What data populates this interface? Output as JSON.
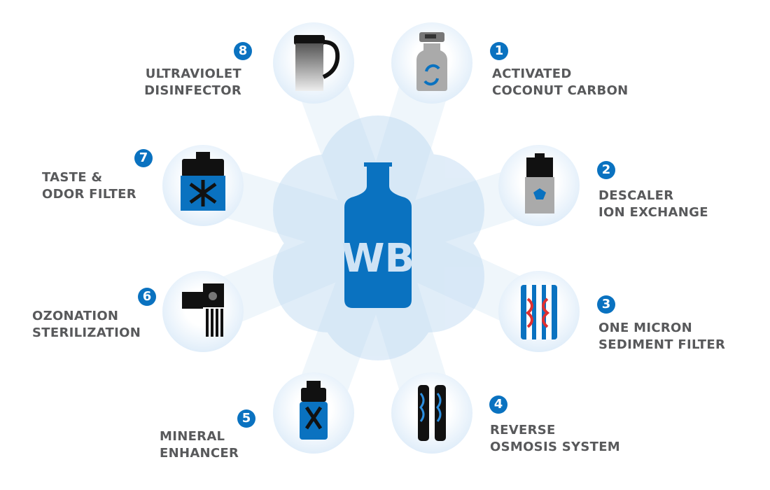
{
  "center": {
    "logo_text": "WB",
    "bottle_color": "#0a72c0"
  },
  "accent": "#0a72c0",
  "stages": [
    {
      "number": "1",
      "line1": "ACTIVATED",
      "line2": "COCONUT CARBON",
      "icon": "carbon-filter-icon"
    },
    {
      "number": "2",
      "line1": "DESCALER",
      "line2": "ION EXCHANGE",
      "icon": "descaler-cartridge-icon"
    },
    {
      "number": "3",
      "line1": "ONE MICRON",
      "line2": "SEDIMENT FILTER",
      "icon": "sediment-filter-icon"
    },
    {
      "number": "4",
      "line1": "REVERSE",
      "line2": "OSMOSIS SYSTEM",
      "icon": "reverse-osmosis-icon"
    },
    {
      "number": "5",
      "line1": "MINERAL",
      "line2": "ENHANCER",
      "icon": "mineral-cartridge-icon"
    },
    {
      "number": "6",
      "line1": "OZONATION",
      "line2": "STERILIZATION",
      "icon": "ozone-generator-icon"
    },
    {
      "number": "7",
      "line1": "TASTE &",
      "line2": "ODOR FILTER",
      "icon": "taste-odor-cartridge-icon"
    },
    {
      "number": "8",
      "line1": "ULTRAVIOLET",
      "line2": "DISINFECTOR",
      "icon": "uv-lamp-icon"
    }
  ]
}
